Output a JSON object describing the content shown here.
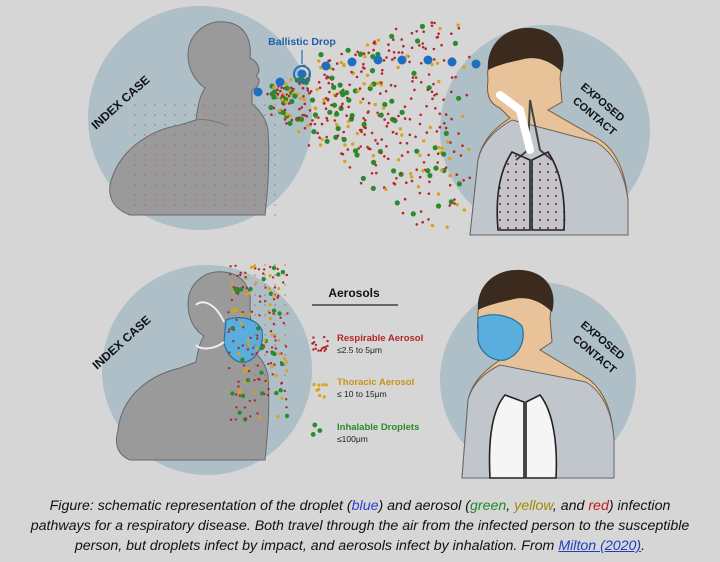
{
  "labels": {
    "ballistic_drop": "Ballistic Drop",
    "index_case_top": "INDEX CASE",
    "index_case_bottom": "INDEX CASE",
    "exposed_top": [
      "EXPOSED",
      "CONTACT"
    ],
    "exposed_bottom": [
      "EXPOSED",
      "CONTACT"
    ]
  },
  "legend": {
    "title": "Aerosols",
    "items": [
      {
        "name": "Respirable Aerosol",
        "size": "≤2.5 to 5μm",
        "color": "#b3262c"
      },
      {
        "name": "Thoracic Aerosol",
        "size": "≤ 10 to 15μm",
        "color": "#d9a21b"
      },
      {
        "name": "Inhalable Droplets",
        "size": "≤100μm",
        "color": "#2b8a2e"
      }
    ]
  },
  "caption": {
    "p1": "Figure: schematic representation of the droplet (",
    "blue": "blue",
    "p2": ") and aerosol (",
    "green": "green",
    "p3": ", ",
    "yellow": "yellow",
    "p4": ", and ",
    "red": "red",
    "p5": ") infection pathways for a respiratory disease. Both travel through the air from the infected person to the susceptible person, but droplets infect by impact, and aerosols infect by inhalation. From ",
    "link": "Milton (2020)",
    "p6": "."
  },
  "colors": {
    "background": "#d6d6d6",
    "circle": "#aebfc8",
    "ballistic": "#1f6fbf",
    "respirable": "#b3262c",
    "thoracic": "#d9a21b",
    "inhalable": "#2b8a2e",
    "mask": "#5aaede"
  }
}
